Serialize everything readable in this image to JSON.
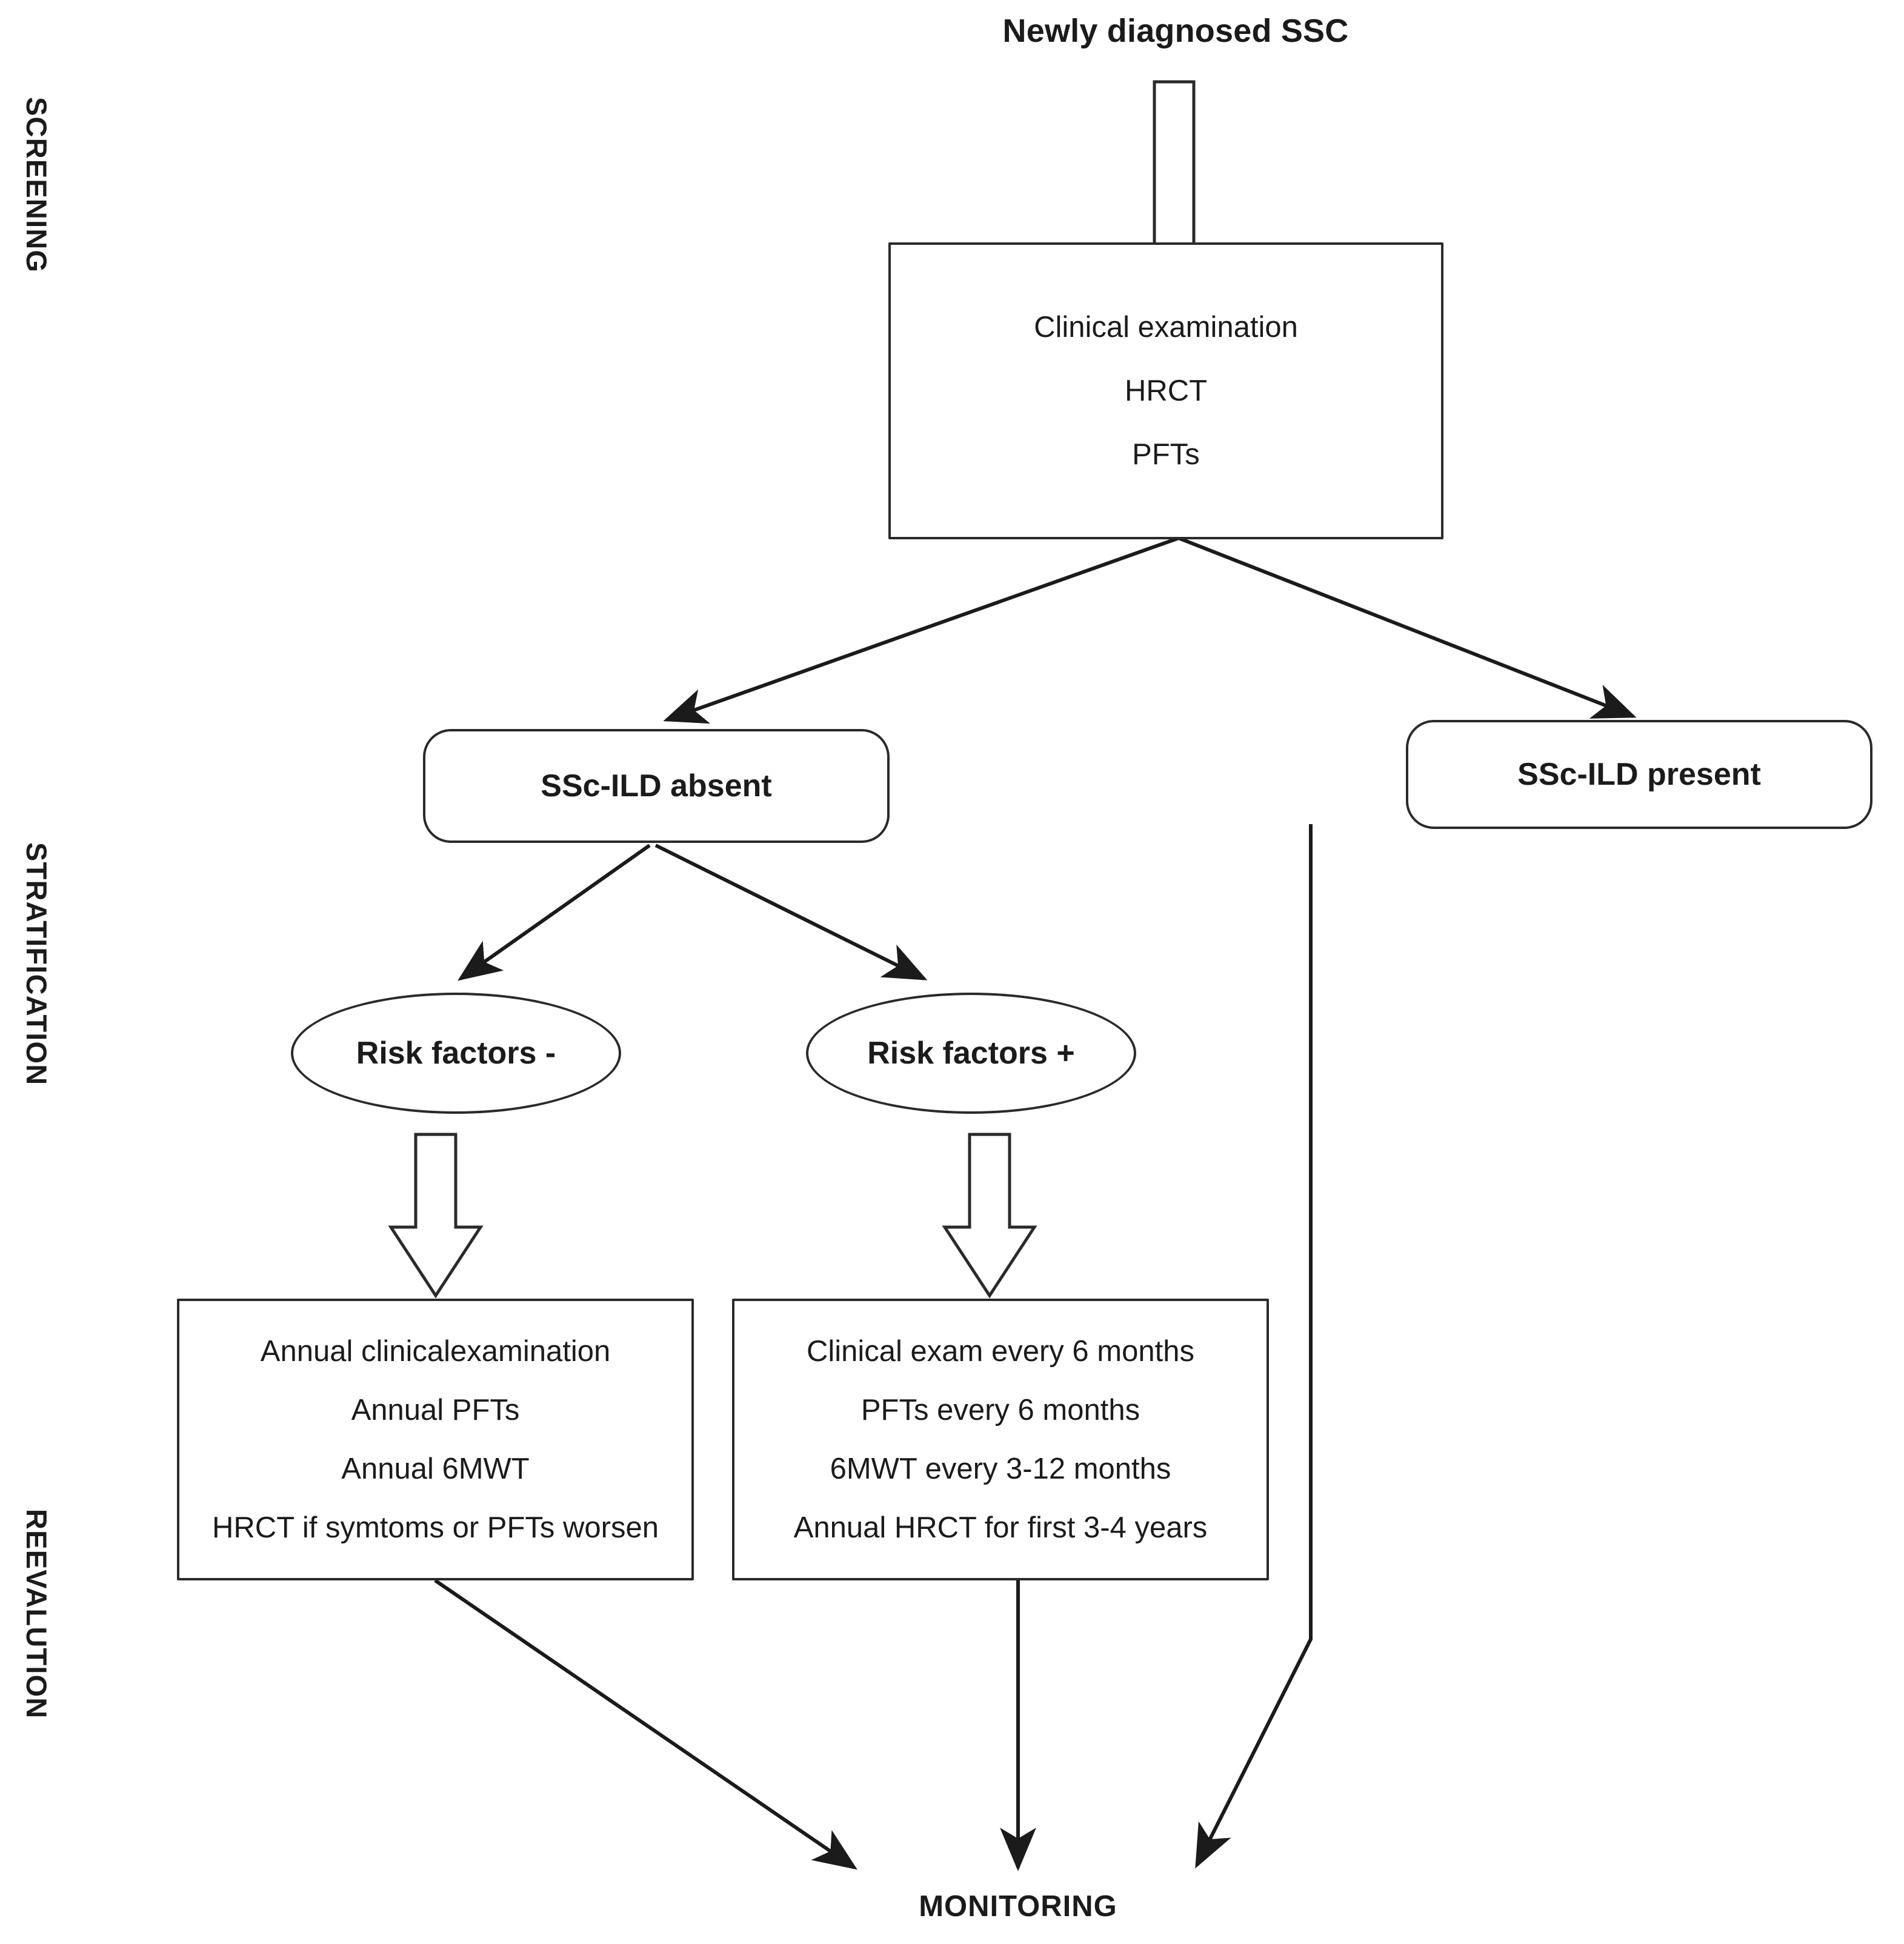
{
  "figure": {
    "kind": "clinical-algorithm-flowchart",
    "stroke_color": "#2a2a2a",
    "text_color": "#1b1b1b",
    "background": "#ffffff"
  },
  "stage_labels": [
    {
      "id": "screening",
      "text": "SCREENING"
    },
    {
      "id": "stratification",
      "text": "STRATIFICATION"
    },
    {
      "id": "reevaluation",
      "text": "REEVALUTION"
    }
  ],
  "start": {
    "title": "Newly diagnosed SSC"
  },
  "screening_box": {
    "lines": [
      "Clinical examination",
      "HRCT",
      "PFTs"
    ]
  },
  "branches": {
    "absent": {
      "label": "SSc-ILD absent"
    },
    "present": {
      "label": "SSc-ILD present"
    }
  },
  "risk": {
    "negative": {
      "label": "Risk factors -"
    },
    "positive": {
      "label": "Risk factors +"
    }
  },
  "followup_low_risk": {
    "lines": [
      "Annual clinicalexamination",
      "Annual PFTs",
      "Annual 6MWT",
      "HRCT if symtoms or PFTs worsen"
    ]
  },
  "followup_high_risk": {
    "lines": [
      "Clinical exam every 6 months",
      "PFTs every 6 months",
      "6MWT every 3-12 months",
      "Annual HRCT for first 3-4 years"
    ]
  },
  "endpoint": {
    "label": "MONITORING"
  }
}
